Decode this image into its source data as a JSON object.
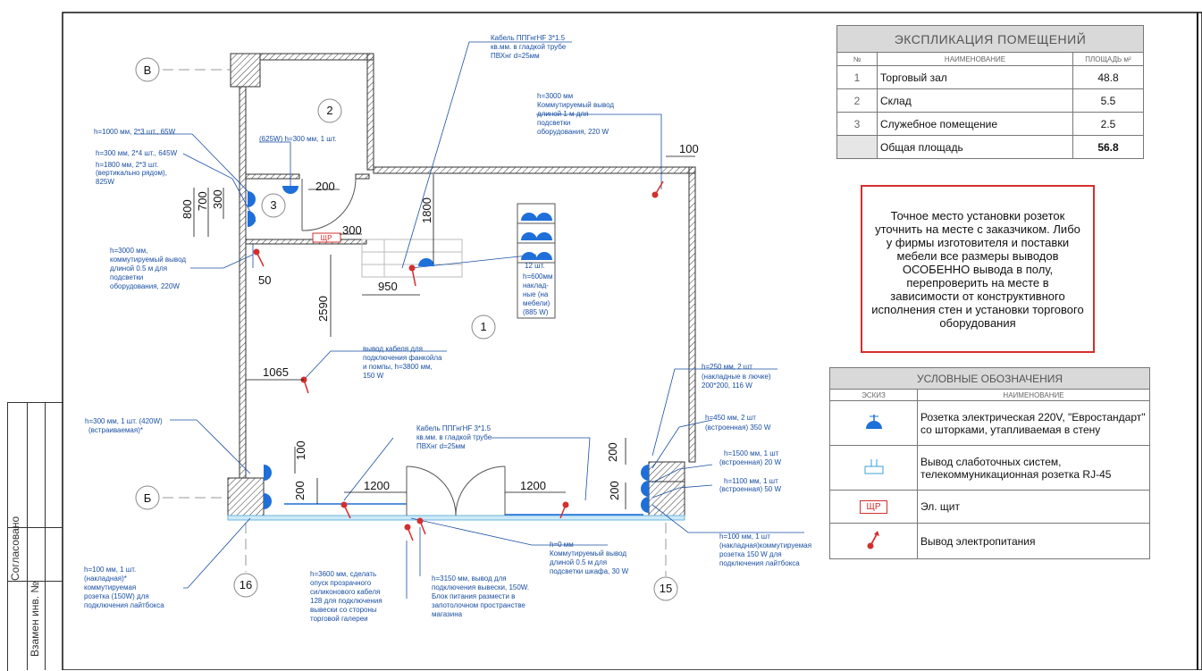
{
  "axes": {
    "v": "В",
    "b": "Б",
    "c16": "16",
    "c15": "15"
  },
  "rooms": {
    "r1": "1",
    "r2": "2",
    "r3": "3"
  },
  "dims": {
    "d100top": "100",
    "d200": "200",
    "d1800": "1800",
    "d300": "300",
    "d800": "800",
    "d700": "700",
    "d300v": "300",
    "d50": "50",
    "d950": "950",
    "d2590": "2590",
    "d1065": "1065",
    "d100l": "100",
    "d200l": "200",
    "d1200a": "1200",
    "d1200b": "1200",
    "d200r": "200",
    "d200r2": "200"
  },
  "notes": {
    "cable_top_1": "Кабель ППГнгНF 3*1.5",
    "cable_top_2": "кв.мм. в гладкой трубе",
    "cable_top_3": "ПВХнг d=25мм",
    "h3000_1": "h=3000 мм",
    "h3000_2": "Коммутируемый вывод",
    "h3000_3": "длиной 1 м для",
    "h3000_4": "подсветки",
    "h3000_5": "оборудования, 220 W",
    "h1000": "h=1000 мм, 2*3 шт., 65W",
    "h625": "(625W) h=300 мм, 1 шт.",
    "h300_1": "h=300 мм, 2*4 шт., 645W",
    "h1800_1": "h=1800 мм, 2*3 шт.",
    "h1800_2": "(вертикально рядом),",
    "h1800_3": "825W",
    "shchr": "ЩР",
    "l3000_1": "h=3000 мм,",
    "l3000_2": "коммутируемый вывод",
    "l3000_3": "длиной 0.5 м для",
    "l3000_4": "подсветки",
    "l3000_5": "оборудования, 220W",
    "b12_1": "12 шт.",
    "b12_2": "h=600мм",
    "b12_3": "наклад-",
    "b12_4": "ные (на",
    "b12_5": "мебели)",
    "b12_6": "(885 W)",
    "fan_1": "вывод кабеля для",
    "fan_2": "подключения фанкойла",
    "fan_3": "и помпы, h=3800 мм,",
    "fan_4": "150 W",
    "h250_1": "h=250 мм, 2 шт",
    "h250_2": "(накладные в лючке)",
    "h250_3": "200*200, 116 W",
    "h450_1": "h=450 мм, 2 шт",
    "h450_2": "(встроенная)  350 W",
    "h1500_1": "h=1500 мм, 1 шт",
    "h1500_2": "(встроенная)  20 W",
    "h1100_1": "h=1100 мм, 1 шт",
    "h1100_2": "(встроенная)  50 W",
    "h100r_1": "h=100 мм, 1 шт",
    "h100r_2": "(накладная)коммутируемая",
    "h100r_3": "розетка  150 W для",
    "h100r_4": "подключения лайтбокса",
    "h300l_1": "h=300 мм, 1 шт. (420W)",
    "h300l_2": "(встраиваемая)*",
    "cable_mid_1": "Кабель ППГнгНF 3*1.5",
    "cable_mid_2": "кв.мм. в гладкой трубе",
    "cable_mid_3": "ПВХнг d=25мм",
    "h0_1": "h=0 мм",
    "h0_2": "Коммутируемый вывод",
    "h0_3": "длиной 0.5 м для",
    "h0_4": "подсветки шкафа, 30 W",
    "h100l_1": "h=100 мм, 1 шт.",
    "h100l_2": "(накладная)*",
    "h100l_3": "коммутируемая",
    "h100l_4": "розетка (150W) для",
    "h100l_5": "подключения лайтбокса",
    "h3600_1": "h=3600 мм, сделать",
    "h3600_2": "опуск прозрачного",
    "h3600_3": "силиконового кабеля",
    "h3600_4": "128 для подключения",
    "h3600_5": "вывески со стороны",
    "h3600_6": "торговой галереи",
    "h3150_1": "h=3150 мм, вывод для",
    "h3150_2": "подключения вывески, 150W.",
    "h3150_3": "Блок питания размести в",
    "h3150_4": "запотолочном пространстве",
    "h3150_5": "магазина"
  },
  "explication": {
    "title": "ЭКСПЛИКАЦИЯ ПОМЕЩЕНИЙ",
    "col_num": "№",
    "col_name": "НАИМЕНОВАНИЕ",
    "col_area": "ПЛОЩАДЬ м²",
    "rows": [
      {
        "num": "1",
        "name": "Торговый зал",
        "area": "48.8"
      },
      {
        "num": "2",
        "name": "Склад",
        "area": "5.5"
      },
      {
        "num": "3",
        "name": "Служебное помещение",
        "area": "2.5"
      }
    ],
    "total_label": "Общая площадь",
    "total_value": "56.8"
  },
  "notice": {
    "text": "Точное место установки розеток уточнить на месте с  заказчиком. Либо у фирмы изготовителя и поставки мебели все размеры выводов ОСОБЕННО вывода в полу, перепроверить на месте в зависимости от конструктивного исполнения стен и установки торгового оборудования"
  },
  "legend": {
    "title": "УСЛОВНЫЕ ОБОЗНАЧЕНИЯ",
    "col_sketch": "ЭСКИЗ",
    "col_name": "НАИМЕНОВАНИЕ",
    "rows": [
      {
        "icon": "socket-icon",
        "name": "Розетка электрическая 220V, \"Евростандарт\" со шторками, утапливаемая в стену"
      },
      {
        "icon": "rj45-icon",
        "name": "Вывод слаботочных систем, телекоммуникационная розетка RJ-45"
      },
      {
        "icon": "panel-icon",
        "label": "ЩР",
        "name": "Эл. щит"
      },
      {
        "icon": "power-outlet-arrow-icon",
        "name": "Вывод электропитания"
      }
    ]
  },
  "stamp": {
    "agreed": "Согласовано",
    "replaced": "Взамен инв. №"
  },
  "colors": {
    "note_blue": "#1a4fa3",
    "socket_blue": "#1e6fd9",
    "arrow_red": "#d32f2f",
    "floor_cyan": "#6ab7e0"
  }
}
